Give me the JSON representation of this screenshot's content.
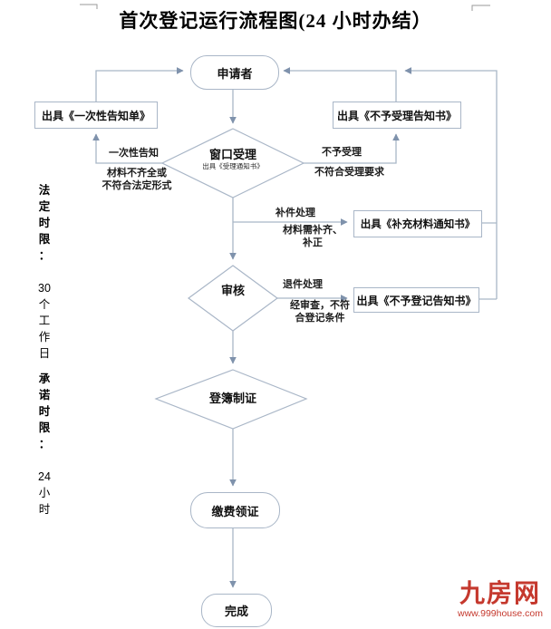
{
  "page": {
    "title": "首次登记运行流程图(24 小时办结）"
  },
  "flowchart": {
    "nodes": {
      "applicant": "申请者",
      "window_accept": "窗口受理",
      "window_accept_sub": "出具《受理通知书》",
      "issue_one_time_notice": "出具《一次性告知单》",
      "issue_no_accept_notice": "出具《不予受理告知书》",
      "issue_supplement_notice": "出具《补充材料通知书》",
      "issue_no_register_notice": "出具《不予登记告知书》",
      "review": "审核",
      "register_certificate": "登簿制证",
      "pay_receive": "缴费领证",
      "done": "完成"
    },
    "edge_labels": {
      "one_time_notice": "一次性告知",
      "one_time_reason": "材料不齐全或\n不符合法定形式",
      "no_accept": "不予受理",
      "no_accept_reason": "不符合受理要求",
      "supplement": "补件处理",
      "supplement_reason": "材料需补齐、\n补正",
      "return_case": "退件处理",
      "return_reason": "经审查，不符\n合登记条件"
    },
    "side_note": {
      "legal_label": "法\n定\n时\n限\n：",
      "legal_value": "30\n个\n工\n作\n日",
      "promise_label": "承\n诺\n时\n限\n：",
      "promise_value": "24\n小\n时"
    }
  },
  "watermark": {
    "logo": "九房网",
    "url": "www.999house.com"
  },
  "colors": {
    "line": "#a9b6c7",
    "arrowhead": "#7f92ac",
    "logo_red": "#c5392e"
  }
}
